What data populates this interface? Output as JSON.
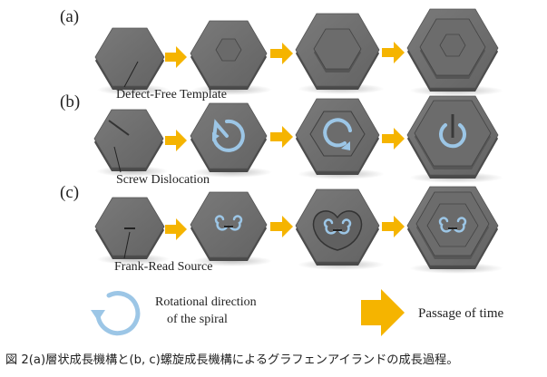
{
  "rows": [
    {
      "label": "(a)",
      "annotation": "Defect-Free Template"
    },
    {
      "label": "(b)",
      "annotation": "Screw Dislocation"
    },
    {
      "label": "(c)",
      "annotation": "Frank-Read Source"
    }
  ],
  "legend": {
    "rotation_line1": "Rotational direction",
    "rotation_line2": "of the spiral",
    "time": "Passage of time"
  },
  "caption": "図 2(a)層状成長機構と(b, c)螺旋成長機構によるグラフェンアイランドの成長過程。",
  "colors": {
    "hex_top": "#6e6e6e",
    "hex_side": "#4a4a4a",
    "arrow": "#f5b400",
    "spiral": "#9cc6e6"
  }
}
